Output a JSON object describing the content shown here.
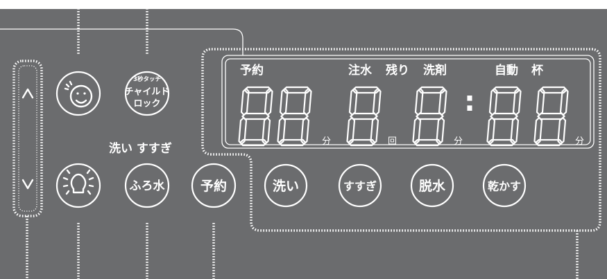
{
  "panel": {
    "background": "#6b6c6e",
    "line_color": "#ffffff"
  },
  "buttons": {
    "up": {
      "icon": "chevron-up-icon"
    },
    "down": {
      "icon": "chevron-down-icon"
    },
    "smile": {
      "icon": "smile-face-icon"
    },
    "child_lock": {
      "top": "3秒タッチ",
      "line1": "チャイルド",
      "line2": "ロック"
    },
    "light": {
      "icon": "light-bulb-icon"
    },
    "bath_water": {
      "label": "ふろ水"
    },
    "reserve": {
      "label": "予約"
    },
    "wash": {
      "label": "洗い"
    },
    "rinse": {
      "label": "すすぎ"
    },
    "spin": {
      "label": "脱水"
    },
    "dry": {
      "label": "乾かす"
    }
  },
  "mode_label": "洗い すすぎ",
  "display": {
    "indicators": {
      "reserve": "予約",
      "water": "注水",
      "remaining": "残り",
      "detergent": "洗剤",
      "auto": "自動",
      "cups": "杯"
    },
    "digits": [
      "8",
      "8",
      "8",
      "8",
      "8",
      "8"
    ],
    "units": {
      "minutes1": "分",
      "times": "回",
      "minutes2": "分",
      "minutes3": "分"
    },
    "colon": ":"
  }
}
